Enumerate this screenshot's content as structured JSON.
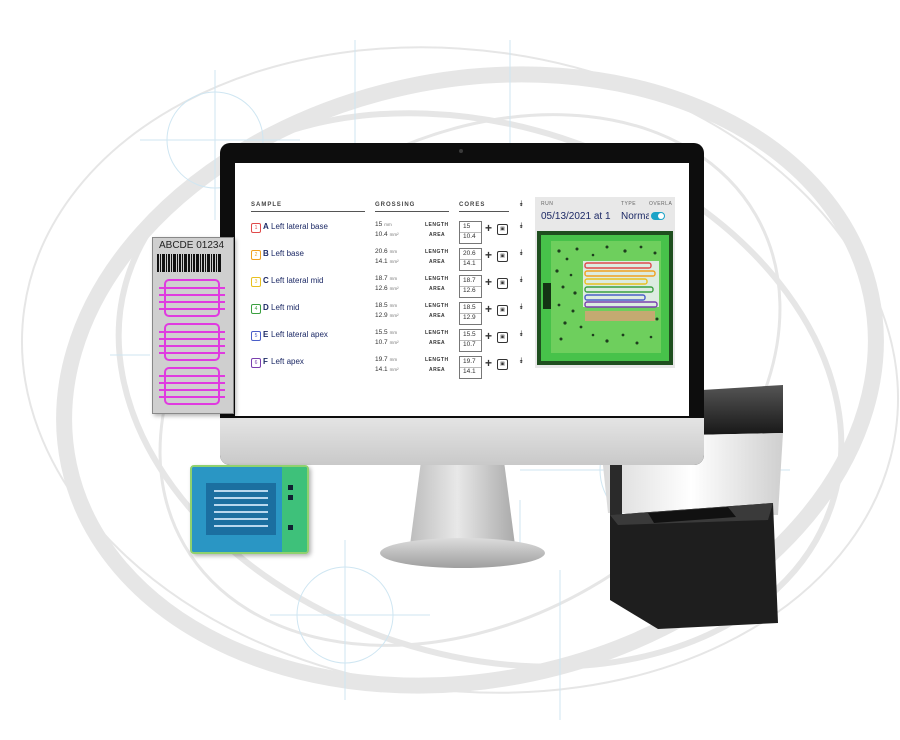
{
  "cassette": {
    "barcode_text": "ABCDE 01234"
  },
  "table": {
    "headers": {
      "sample": "SAMPLE",
      "grossing": "GROSSING",
      "cores": "CORES"
    },
    "length_label": "LENGTH",
    "area_label": "AREA",
    "length_unit": "mm",
    "area_unit": "mm²",
    "rows": [
      {
        "num": "1",
        "letter": "A",
        "name": "Left lateral base",
        "length": "15",
        "area": "10.4",
        "core_length": "15",
        "core_area": "10.4",
        "color": "#e04a4a"
      },
      {
        "num": "2",
        "letter": "B",
        "name": "Left base",
        "length": "20.6",
        "area": "14.1",
        "core_length": "20.6",
        "core_area": "14.1",
        "color": "#f0a020"
      },
      {
        "num": "3",
        "letter": "C",
        "name": "Left lateral mid",
        "length": "18.7",
        "area": "12.6",
        "core_length": "18.7",
        "core_area": "12.6",
        "color": "#e8c020"
      },
      {
        "num": "4",
        "letter": "D",
        "name": "Left mid",
        "length": "18.5",
        "area": "12.9",
        "core_length": "18.5",
        "core_area": "12.9",
        "color": "#3aa040"
      },
      {
        "num": "5",
        "letter": "E",
        "name": "Left lateral apex",
        "length": "15.5",
        "area": "10.7",
        "core_length": "15.5",
        "core_area": "10.7",
        "color": "#4a5ec8"
      },
      {
        "num": "6",
        "letter": "F",
        "name": "Left apex",
        "length": "19.7",
        "area": "14.1",
        "core_length": "19.7",
        "core_area": "14.1",
        "color": "#7a3fae"
      }
    ]
  },
  "run_panel": {
    "run_label": "RUN",
    "type_label": "TYPE",
    "overlay_label": "OVERLA",
    "run_value": "05/13/2021 at 1",
    "type_value": "Norma",
    "overlay_on": true,
    "toggle_color": "#1aa3c7"
  },
  "icons": {
    "add": "plus-icon",
    "image": "image-icon",
    "collapse": "double-chevron-down-icon"
  }
}
